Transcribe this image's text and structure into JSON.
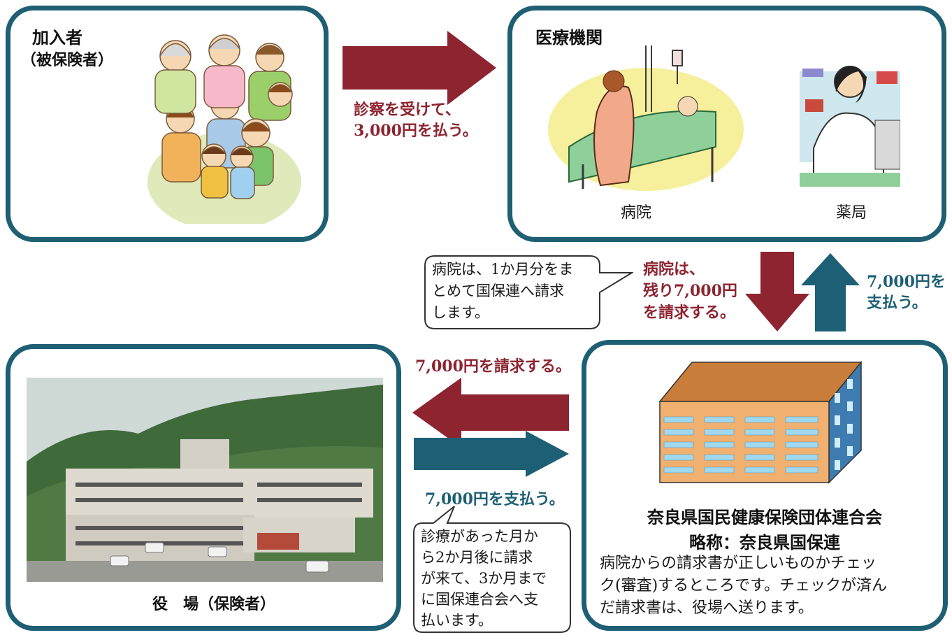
{
  "member": {
    "title": "加入者",
    "subtitle": "（被保険者）"
  },
  "medical": {
    "title": "医療機関",
    "hospital_label": "病院",
    "pharmacy_label": "薬局"
  },
  "office": {
    "caption": "役　場（保険者）"
  },
  "federation": {
    "name": "奈良県国民健康保険団体連合会",
    "abbr": "略称：奈良県国保連",
    "desc_1": "病院からの請求書が正しいものかチェッ",
    "desc_2": "ク(審査)するところです。チェックが済ん",
    "desc_3": "だ請求書は、役場へ送ります。"
  },
  "flows": {
    "pay_copay_1": "診察を受けて、",
    "pay_copay_2": "3,000円を払う。",
    "hospital_claim_1": "病院は、",
    "hospital_claim_2": "残り7,000円",
    "hospital_claim_3": "を請求する。",
    "fed_pays_1": "7,000円を",
    "fed_pays_2": "支払う。",
    "fed_claims": "7,000円を請求する。",
    "office_pays": "7,000円を支払う。"
  },
  "notes": {
    "monthly_1": "病院は、1か月分をま",
    "monthly_2": "とめて国保連へ請求",
    "monthly_3": "します。",
    "timing_1": "診療があった月か",
    "timing_2": "ら2か月後に請求",
    "timing_3": "が来て、3か月まで",
    "timing_4": "に国保連合会へ支",
    "timing_5": "払います。"
  },
  "colors": {
    "frame": "#1f5f74",
    "red_arrow": "#8d2430",
    "blue_arrow": "#1d5f74"
  }
}
